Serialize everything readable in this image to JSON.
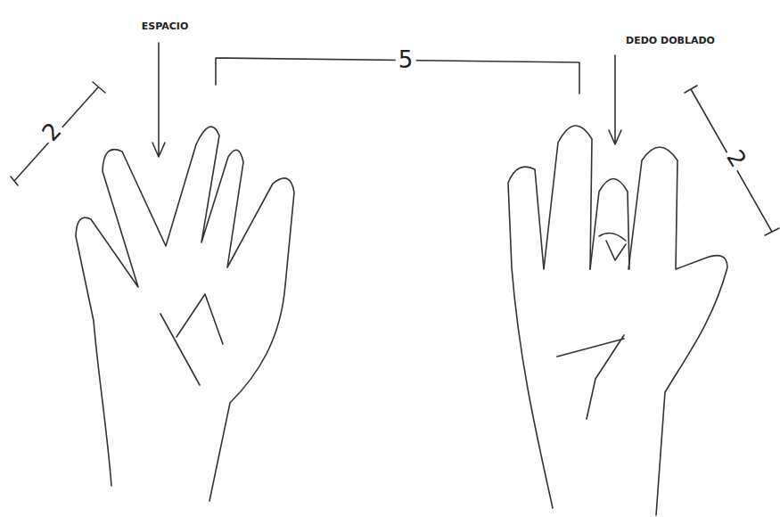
{
  "diagram": {
    "labels": [
      "ESPACIO",
      "5",
      "DEDO DOBLADO",
      "2",
      "2"
    ]
  }
}
